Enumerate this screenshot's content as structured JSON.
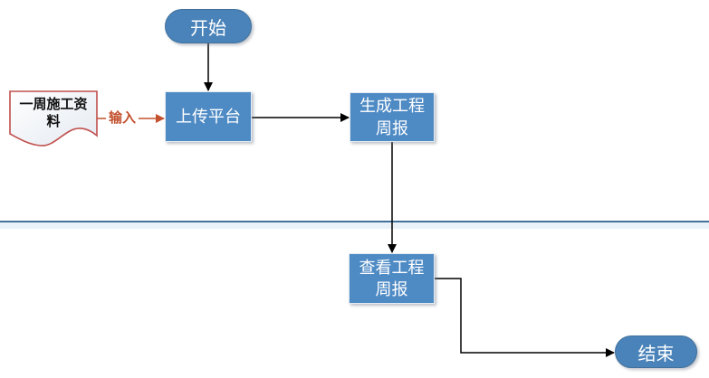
{
  "diagram": {
    "type": "flowchart",
    "nodes": {
      "start": {
        "label": "开始",
        "shape": "terminator"
      },
      "weekly_doc": {
        "label": "一周施工资料",
        "shape": "document"
      },
      "upload": {
        "label": "上传平台",
        "shape": "process"
      },
      "generate": {
        "label": "生成工程周报",
        "shape": "process"
      },
      "view": {
        "label": "查看工程周报",
        "shape": "process"
      },
      "end": {
        "label": "结束",
        "shape": "terminator"
      }
    },
    "edge_labels": {
      "input": "输入"
    },
    "colors": {
      "process_fill": "#4E8AC4",
      "terminator_fill": "#4A83B9",
      "terminator_border": "#41719C",
      "document_border": "#C0504D",
      "connector": "#000000",
      "input_connector": "#C3512F",
      "divider_line": "#41719C",
      "divider_band": "#E9F1F9",
      "text_on_blue": "#FFFFFF"
    }
  }
}
